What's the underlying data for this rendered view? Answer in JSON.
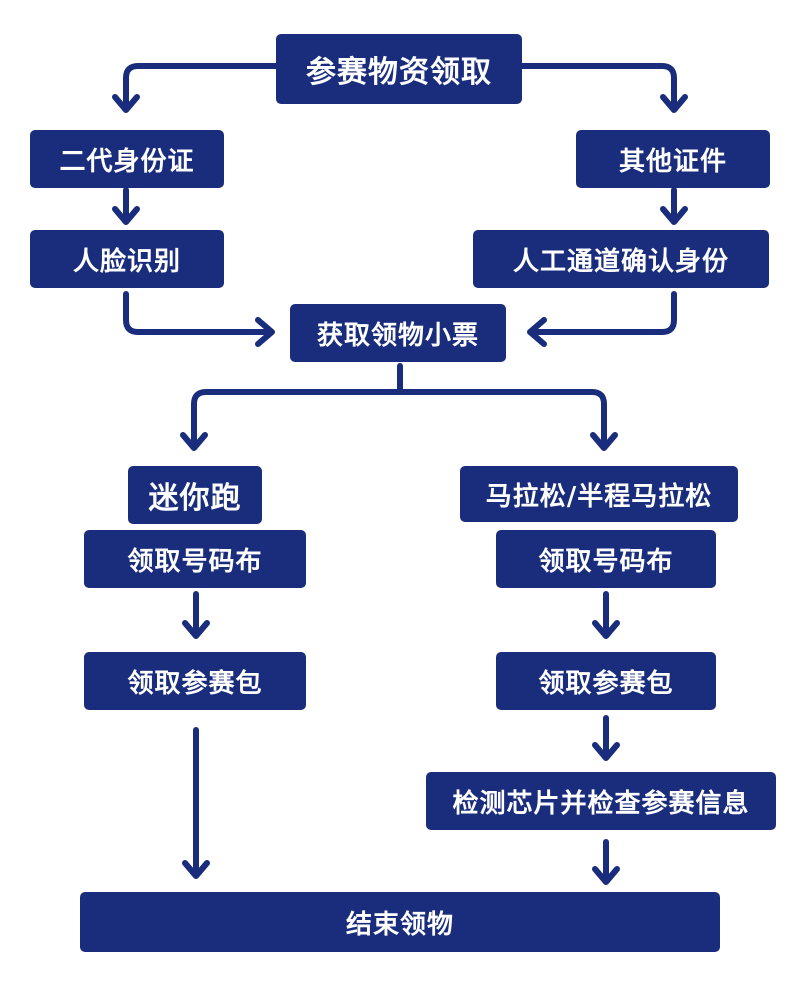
{
  "flowchart": {
    "start": "参赛物资领取",
    "branch_left": [
      "二代身份证",
      "人脸识别"
    ],
    "branch_right": [
      "其他证件",
      "人工通道确认身份"
    ],
    "merge": "获取领物小票",
    "mini": {
      "title": "迷你跑",
      "steps": [
        "领取号码布",
        "领取参赛包"
      ]
    },
    "marathon": {
      "title": "马拉松/半程马拉松",
      "steps": [
        "领取号码布",
        "领取参赛包",
        "检测芯片并检查参赛信息"
      ]
    },
    "end": "结束领物"
  },
  "colors": {
    "node_fill": "#1a2d7d",
    "arrow": "#1a2d7d",
    "text": "#ffffff",
    "background": "#ffffff"
  }
}
